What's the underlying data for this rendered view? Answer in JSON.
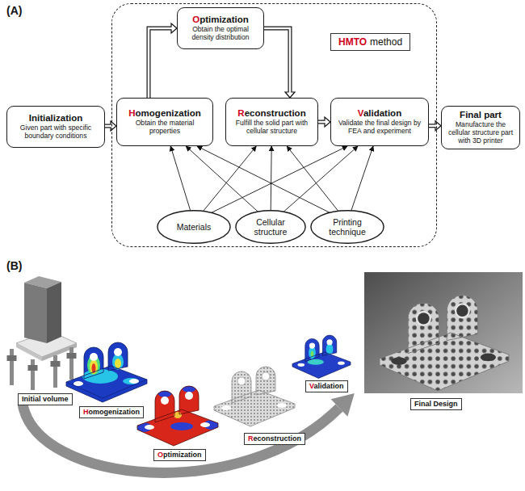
{
  "diagram": {
    "nodes": [
      {
        "text": [
          "Initialization",
          "Given part with specific boundary conditions"
        ]
      },
      {
        "text": [
          "HMTO",
          "method"
        ]
      },
      {
        "text": [
          "Homogenization",
          "Obtain the material properties"
        ],
        "in": 1
      },
      {
        "text": [
          "Optimization",
          "Obtain the optimal density distribution"
        ],
        "in": 1
      },
      {
        "text": [
          "Reconstruction",
          "Fulfill the solid part with cellular structure"
        ],
        "in": 1
      },
      {
        "text": [
          "Validation",
          "Validate the final design by FEA and experiment"
        ],
        "in": 1
      },
      {
        "text": [
          "Final part",
          "Manufacture the cellular structure part with 3D printer"
        ]
      },
      {
        "text": [
          "Materials"
        ],
        "in": 1
      },
      {
        "text": [
          "Cellular structure"
        ],
        "in": 1
      },
      {
        "text": [
          "Printing technique"
        ],
        "in": 1
      },
      {
        "text": [
          "Initial volume"
        ]
      },
      {
        "text": [
          "Homogenization"
        ]
      },
      {
        "text": [
          "Optimization"
        ]
      },
      {
        "text": [
          "Reconstruction"
        ]
      },
      {
        "text": [
          "Validation"
        ]
      },
      {
        "text": [
          "Final Design"
        ]
      }
    ],
    "edges": [
      {
        "from": 0,
        "to": 2,
        "arrow": "to"
      },
      {
        "from": 2,
        "to": 3,
        "arrow": "to"
      },
      {
        "from": 3,
        "to": 4,
        "arrow": "to"
      },
      {
        "from": 4,
        "to": 5,
        "arrow": "to"
      },
      {
        "from": 5,
        "to": 6,
        "arrow": "to"
      },
      {
        "from": 7,
        "to": 2,
        "arrow": "to"
      },
      {
        "from": 7,
        "to": 4,
        "arrow": "to"
      },
      {
        "from": 7,
        "to": 5,
        "arrow": "to"
      },
      {
        "from": 8,
        "to": 2,
        "arrow": "to"
      },
      {
        "from": 8,
        "to": 4,
        "arrow": "to"
      },
      {
        "from": 8,
        "to": 5,
        "arrow": "to"
      },
      {
        "from": 9,
        "to": 2,
        "arrow": "to"
      },
      {
        "from": 9,
        "to": 4,
        "arrow": "to"
      },
      {
        "from": 9,
        "to": 5,
        "arrow": "to"
      }
    ],
    "labels": [
      "(A)",
      "(B)"
    ]
  }
}
